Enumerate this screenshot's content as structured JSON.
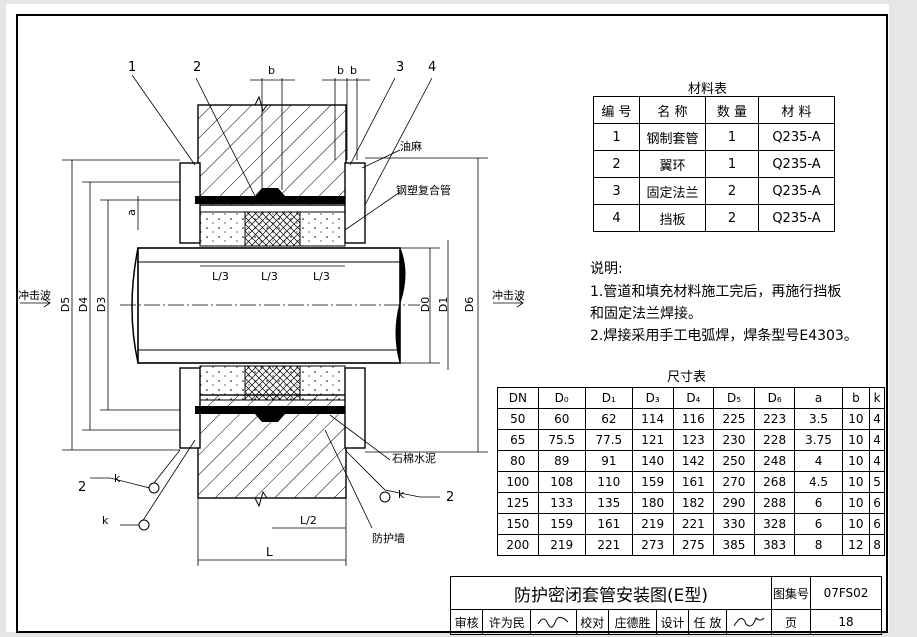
{
  "drawing": {
    "callouts": [
      "1",
      "2",
      "3",
      "4"
    ],
    "dim_b": "b",
    "dim_a": "a",
    "dim_k": "k",
    "left_arrow_label": "冲击波",
    "right_arrow_label": "冲击波",
    "d5": "D5",
    "d4": "D4",
    "d3": "D3",
    "d0": "D0",
    "d1": "D1",
    "d6": "D6",
    "l3": "L/3",
    "l2": "L/2",
    "l": "L",
    "label_oil_hemp": "油麻",
    "label_composite_pipe": "钢塑复合管",
    "label_asbestos_cement": "石棉水泥",
    "label_protective_wall": "防护墙",
    "mark_2": "2"
  },
  "materials": {
    "title": "材料表",
    "headers": [
      "编 号",
      "名 称",
      "数 量",
      "材 料"
    ],
    "rows": [
      [
        "1",
        "钢制套管",
        "1",
        "Q235-A"
      ],
      [
        "2",
        "翼环",
        "1",
        "Q235-A"
      ],
      [
        "3",
        "固定法兰",
        "2",
        "Q235-A"
      ],
      [
        "4",
        "挡板",
        "2",
        "Q235-A"
      ]
    ]
  },
  "notes": {
    "title": "说明:",
    "line1": "1.管道和填充材料施工完后，再施行挡板",
    "line2": "和固定法兰焊接。",
    "line3": "2.焊接采用手工电弧焊，焊条型号E4303。"
  },
  "dimensions": {
    "title": "尺寸表",
    "headers": [
      "DN",
      "D₀",
      "D₁",
      "D₃",
      "D₄",
      "D₅",
      "D₆",
      "a",
      "b",
      "k"
    ],
    "rows": [
      [
        "50",
        "60",
        "62",
        "114",
        "116",
        "225",
        "223",
        "3.5",
        "10",
        "4"
      ],
      [
        "65",
        "75.5",
        "77.5",
        "121",
        "123",
        "230",
        "228",
        "3.75",
        "10",
        "4"
      ],
      [
        "80",
        "89",
        "91",
        "140",
        "142",
        "250",
        "248",
        "4",
        "10",
        "4"
      ],
      [
        "100",
        "108",
        "110",
        "159",
        "161",
        "270",
        "268",
        "4.5",
        "10",
        "5"
      ],
      [
        "125",
        "133",
        "135",
        "180",
        "182",
        "290",
        "288",
        "6",
        "10",
        "6"
      ],
      [
        "150",
        "159",
        "161",
        "219",
        "221",
        "330",
        "328",
        "6",
        "10",
        "6"
      ],
      [
        "200",
        "219",
        "221",
        "273",
        "275",
        "385",
        "383",
        "8",
        "12",
        "8"
      ]
    ]
  },
  "title_block": {
    "title": "防护密闭套管安装图(E型)",
    "atlas_label": "图集号",
    "atlas_no": "07FS02",
    "review": "审核",
    "reviewer": "许为民",
    "check": "校对",
    "checker": "庄德胜",
    "design": "设计",
    "designer": "任 放",
    "page_label": "页",
    "page_no": "18"
  }
}
